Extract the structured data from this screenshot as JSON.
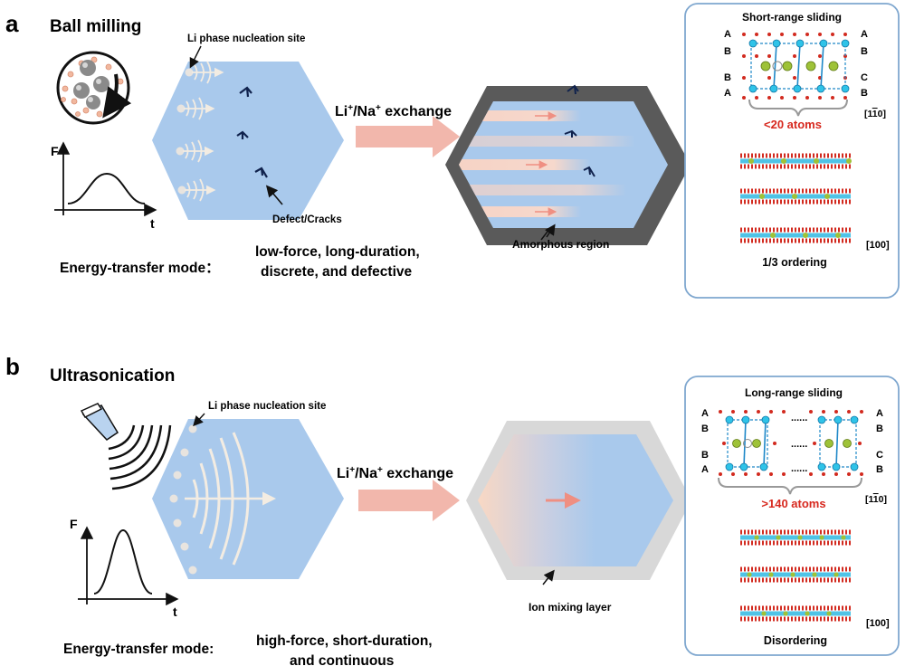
{
  "panel_a": {
    "letter": "a",
    "title": "Ball milling",
    "nucleation_label": "Li phase nucleation site",
    "defect_label": "Defect/Cracks",
    "exchange_prefix": "Li",
    "exchange_sup1": "+",
    "exchange_mid": "/Na",
    "exchange_sup2": "+",
    "exchange_suffix": " exchange",
    "region_label": "Amorphous region",
    "mode_label": "Energy-transfer mode：",
    "mode_line1": "low-force, long-duration,",
    "mode_line2": "discrete, and defective",
    "graph_y": "F",
    "graph_x": "t",
    "inset": {
      "title": "Short-range sliding",
      "stack_left": [
        "A",
        "B",
        "B",
        "A"
      ],
      "stack_right": [
        "A",
        "B",
        "C",
        "B"
      ],
      "count": "<20 atoms",
      "direction_top_pre": "[1",
      "direction_top_bar": "1",
      "direction_top_post": "0]",
      "direction_bottom": "[100]",
      "ordering": "1/3 ordering"
    }
  },
  "panel_b": {
    "letter": "b",
    "title": "Ultrasonication",
    "nucleation_label": "Li phase nucleation site",
    "exchange_prefix": "Li",
    "exchange_sup1": "+",
    "exchange_mid": "/Na",
    "exchange_sup2": "+",
    "exchange_suffix": " exchange",
    "layer_label": "Ion mixing layer",
    "mode_label": "Energy-transfer mode:",
    "mode_line1": "high-force, short-duration,",
    "mode_line2": "and continuous",
    "graph_y": "F",
    "graph_x": "t",
    "inset": {
      "title": "Long-range sliding",
      "dots": "......",
      "stack_left": [
        "A",
        "B",
        "B",
        "A"
      ],
      "stack_right": [
        "A",
        "B",
        "C",
        "B"
      ],
      "count": ">140 atoms",
      "direction_top_pre": "[1",
      "direction_top_bar": "1",
      "direction_top_post": "0]",
      "direction_bottom": "[100]",
      "ordering": "Disordering"
    }
  },
  "colors": {
    "particle": "#a9c9ec",
    "arrow_pink": "#f2b7ac",
    "inset_border": "#7fa7cf",
    "red_text": "#d7281e",
    "dark_frame": "#5a5a5a",
    "light_frame": "#d8d8d8"
  }
}
